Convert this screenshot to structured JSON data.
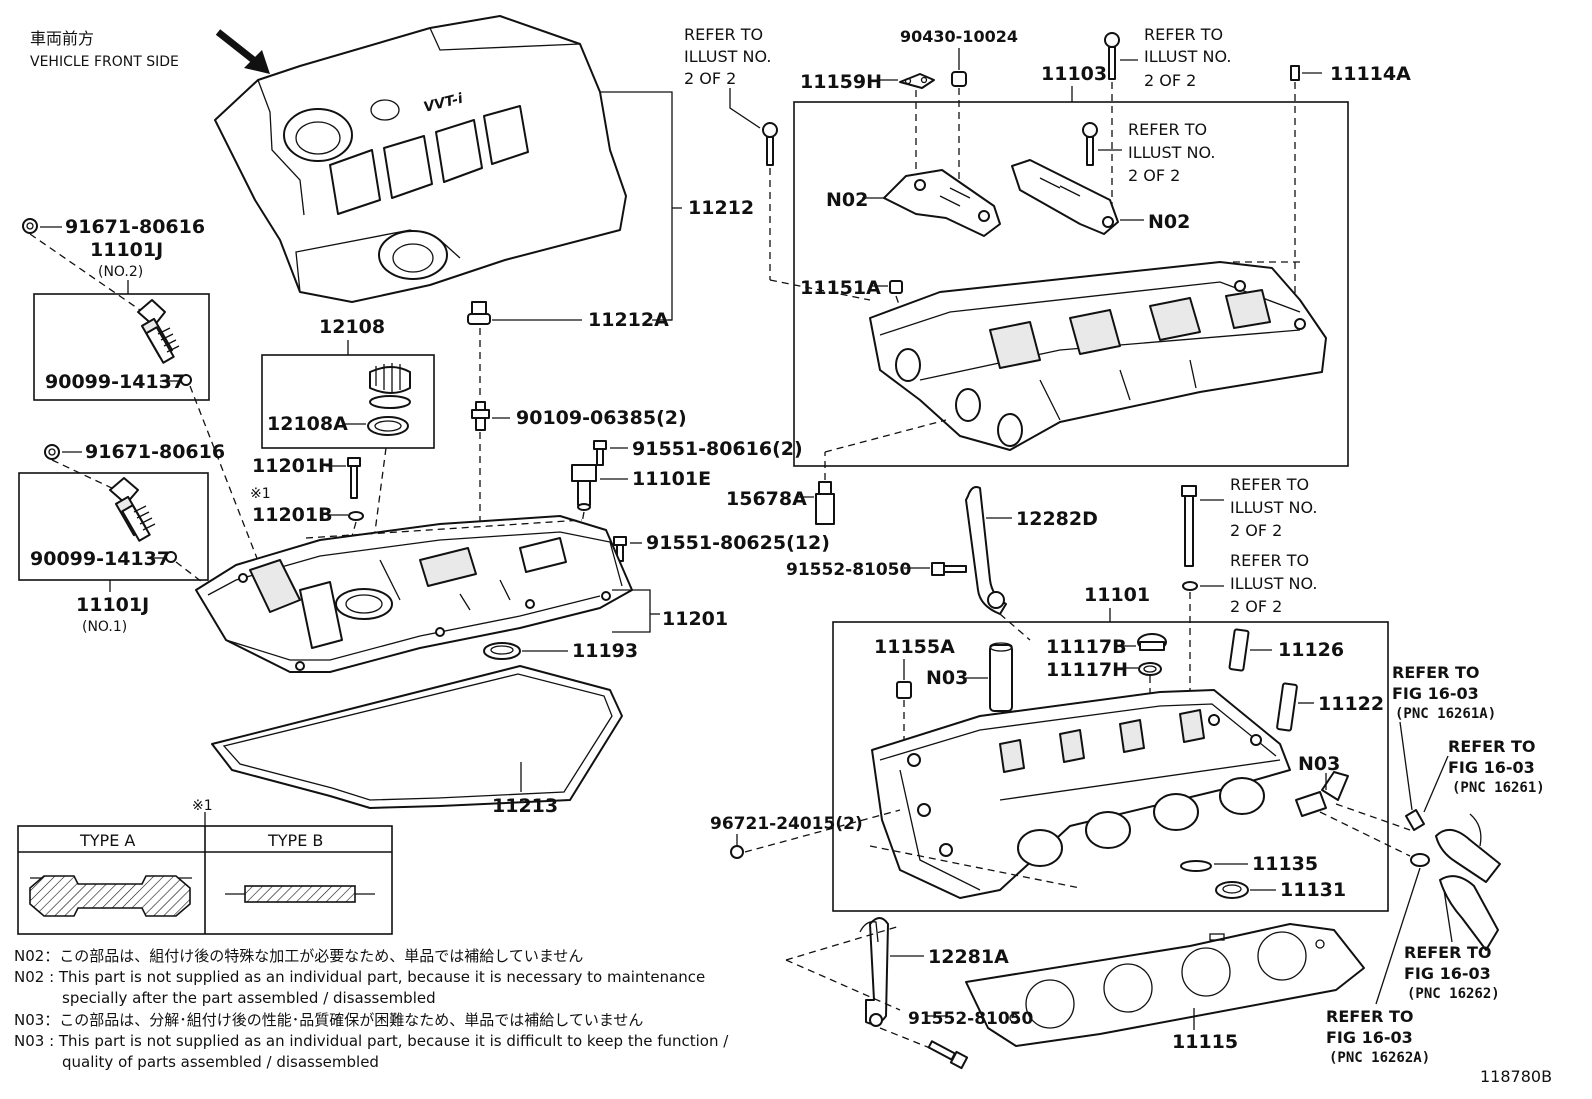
{
  "header": {
    "jp": "車両前方",
    "en": "VEHICLE FRONT SIDE"
  },
  "diagram_number": "118780B",
  "labels": {
    "p11212": "11212",
    "p11212A": "11212A",
    "p91671a": "91671-80616",
    "p11101J_a": "11101J",
    "no2": "(NO.2)",
    "p90099a": "90099-14137",
    "p91671b": "91671-80616",
    "p90099b": "90099-14137",
    "p11101J_b": "11101J",
    "no1": "(NO.1)",
    "p12108": "12108",
    "p12108A": "12108A",
    "p11201H": "11201H",
    "mark1": "※1",
    "p11201B": "11201B",
    "p90109": "90109-06385(2)",
    "p91551a": "91551-80616(2)",
    "p11101E": "11101E",
    "p91551b": "91551-80625(12)",
    "p11201": "11201",
    "p11193": "11193",
    "p11213": "11213",
    "p90430": "90430-10024",
    "p11159H": "11159H",
    "p11103": "11103",
    "p11114A": "11114A",
    "pN02a": "N02",
    "pN02b": "N02",
    "p11151A": "11151A",
    "p15678A": "15678A",
    "p12282D": "12282D",
    "p91552a": "91552-81050",
    "p11101": "11101",
    "p11155A": "11155A",
    "pN03a": "N03",
    "p11117B": "11117B",
    "p11117H": "11117H",
    "p11126": "11126",
    "p11122": "11122",
    "pN03b": "N03",
    "p96721": "96721-24015(2)",
    "p11135": "11135",
    "p11131": "11131",
    "p12281A": "12281A",
    "p91552b": "91552-81050",
    "p11115": "11115"
  },
  "refer_illust": {
    "line1": "REFER TO",
    "line2": "ILLUST NO.",
    "line3": "2 OF 2"
  },
  "refer_fig": [
    {
      "line1": "REFER TO",
      "line2": "FIG 16-03",
      "pnc": "(PNC 16261A)"
    },
    {
      "line1": "REFER TO",
      "line2": "FIG 16-03",
      "pnc": "(PNC 16261)"
    },
    {
      "line1": "REFER TO",
      "line2": "FIG 16-03",
      "pnc": "(PNC 16262)"
    },
    {
      "line1": "REFER TO",
      "line2": "FIG 16-03",
      "pnc": "(PNC 16262A)"
    }
  ],
  "type_table": {
    "mark": "※1",
    "type_a": "TYPE A",
    "type_b": "TYPE B"
  },
  "notes": {
    "n02_jp": "N02：この部品は、組付け後の特殊な加工が必要なため、単品では補給していません",
    "n02_en1": "N02 : This part is not supplied as an individual part, because it is necessary to maintenance",
    "n02_en2": "specially after the part assembled / disassembled",
    "n03_jp": "N03：この部品は、分解･組付け後の性能･品質確保が困難なため、単品では補給していません",
    "n03_en1": "N03 : This part is not supplied as an individual part, because it is difficult to keep the function /",
    "n03_en2": "quality of parts  assembled / disassembled"
  }
}
